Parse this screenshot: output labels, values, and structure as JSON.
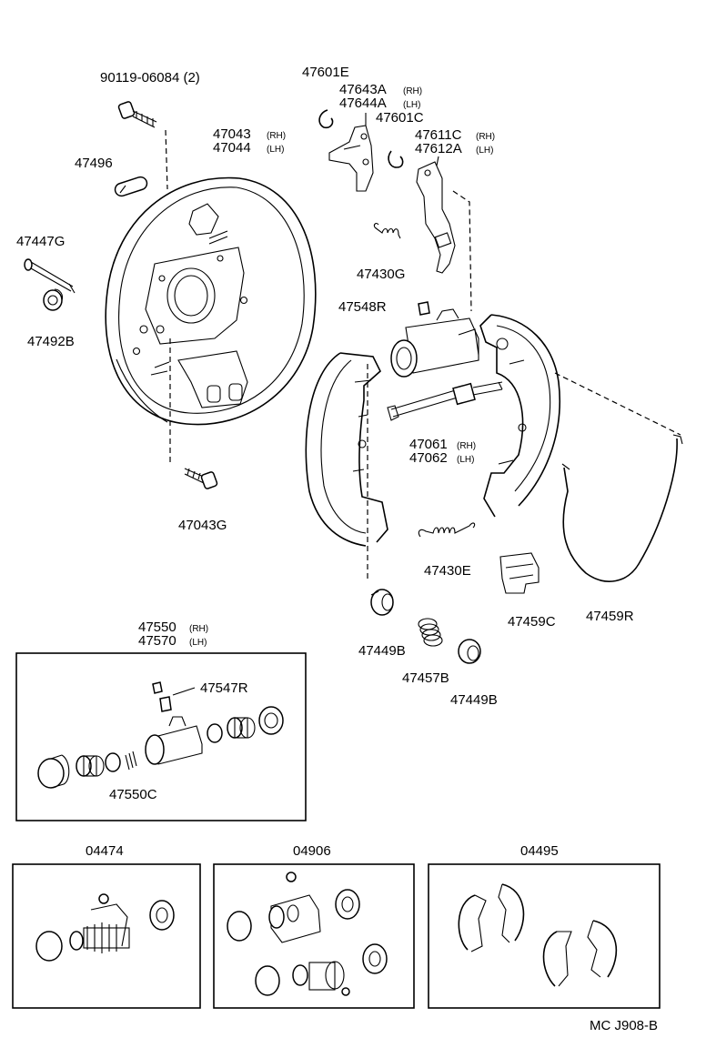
{
  "labels": {
    "bolt_90119": "90119-06084 (2)",
    "plug_47496": "47496",
    "backing_plate": "47043",
    "backing_plate_rh": "(RH)",
    "backing_plate_lh_num": "47044",
    "backing_plate_lh": "(LH)",
    "pin_47447g": "47447G",
    "cup_47492b": "47492B",
    "bolt_47043g": "47043G",
    "clip_47601e": "47601E",
    "lever_47643a": "47643A",
    "lever_47643a_side": "(RH)",
    "lever_47644a": "47644A",
    "lever_47644a_side": "(LH)",
    "clip_47601c": "47601C",
    "lever_47611c": "47611C",
    "lever_47611c_side": "(RH)",
    "lever_47612a": "47612A",
    "lever_47612a_side": "(LH)",
    "spring_47430g": "47430G",
    "bleeder_47548r": "47548R",
    "strut_47061": "47061",
    "strut_47061_side": "(RH)",
    "strut_47062": "47062",
    "strut_47062_side": "(LH)",
    "spring_47430e": "47430E",
    "retainer_47449b_left": "47449B",
    "spring_47457b": "47457B",
    "retainer_47449b_right": "47449B",
    "clip_47459c": "47459C",
    "cable_47459r": "47459R",
    "cylinder_47550": "47550",
    "cylinder_47550_side": "(RH)",
    "cylinder_47570": "47570",
    "cylinder_47570_side": "(LH)",
    "bleeder_47547r": "47547R",
    "spring_47550c": "47550C",
    "kit_04474": "04474",
    "kit_04906": "04906",
    "kit_04495": "04495",
    "diagram_code": "MC J908-B"
  }
}
